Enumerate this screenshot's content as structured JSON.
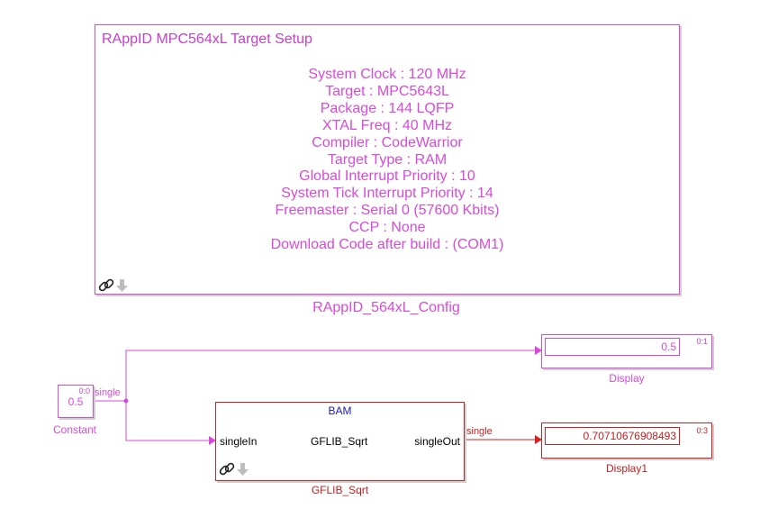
{
  "config_block": {
    "title": "RAppID MPC564xL Target Setup",
    "lines": [
      "System Clock : 120 MHz",
      "Target : MPC5643L",
      "Package : 144 LQFP",
      "XTAL Freq : 40 MHz",
      "Compiler : CodeWarrior",
      "Target Type : RAM",
      "Global Interrupt Priority : 10",
      "System Tick Interrupt Priority : 14",
      "Freemaster : Serial 0 (57600 Kbits)",
      "CCP : None",
      "Download Code after build : (COM1)"
    ],
    "name": "RAppID_564xL_Config",
    "icons": [
      "link-icon",
      "arrow-down-icon"
    ]
  },
  "constant_block": {
    "value": "0.5",
    "sample_time": "0:0",
    "name": "Constant",
    "signal_type": "single"
  },
  "display_block": {
    "value": "0.5",
    "sample_time": "0:1",
    "name": "Display"
  },
  "display1_block": {
    "value": "0.70710676908493",
    "sample_time": "0:3",
    "name": "Display1"
  },
  "sqrt_block": {
    "header": "BAM",
    "input_port": "singleIn",
    "function": "GFLIB_Sqrt",
    "output_port": "singleOut",
    "name": "GFLIB_Sqrt",
    "output_signal_type": "single",
    "icons": [
      "link-icon",
      "arrow-down-icon"
    ]
  },
  "colors": {
    "magenta": "#d94ad9",
    "red": "#d42020",
    "blue": "#1a1ab8"
  }
}
